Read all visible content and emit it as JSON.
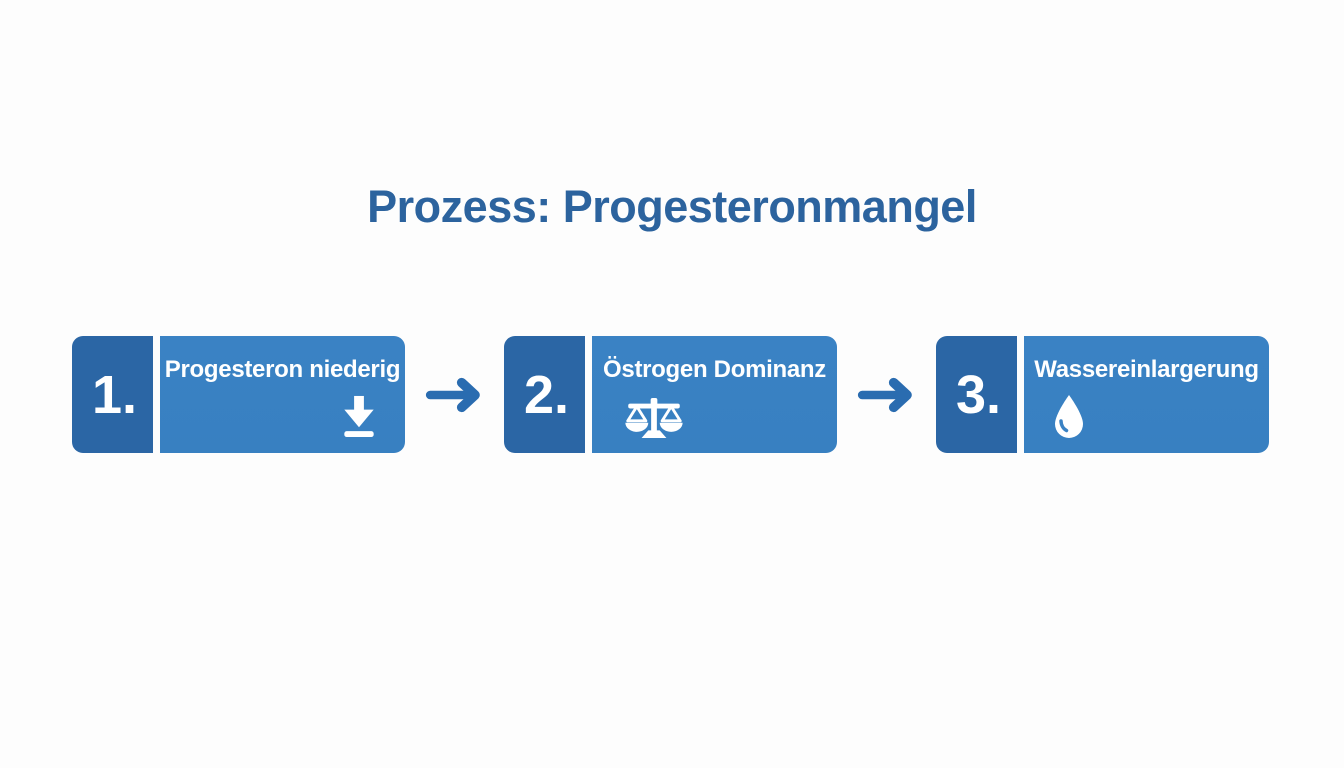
{
  "title": "Prozess: Progesteronmangel",
  "steps": [
    {
      "number": "1.",
      "label": "Progesteron niederig",
      "icon": "download-arrow-icon"
    },
    {
      "number": "2.",
      "label": "Östrogen Dominanz",
      "icon": "balance-scale-icon"
    },
    {
      "number": "3.",
      "label": "Wassereinlargerung",
      "icon": "water-drop-icon"
    }
  ],
  "connector_icon": "right-arrow-icon",
  "colors": {
    "background": "#fdfdfd",
    "title_text": "#2c639e",
    "step_number_panel": "#2b66a5",
    "step_content_panel": "#3a82c4",
    "step_text": "#ffffff",
    "arrow": "#2a6cb0"
  }
}
